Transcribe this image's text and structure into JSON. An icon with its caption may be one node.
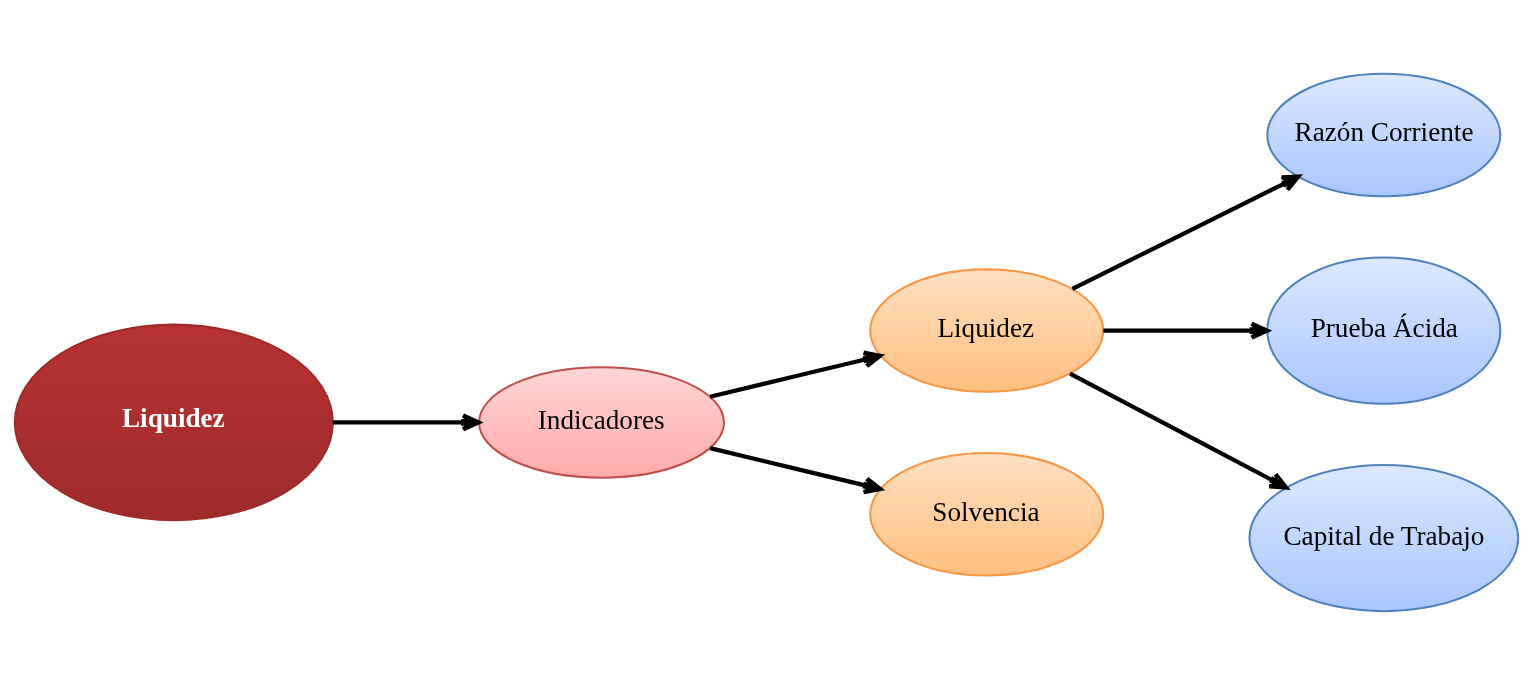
{
  "diagram": {
    "nodes": [
      {
        "text": [
          "Liquidez"
        ]
      },
      {
        "text": [
          "Indicadores"
        ]
      },
      {
        "text": [
          "Liquidez"
        ]
      },
      {
        "text": [
          "Solvencia"
        ]
      },
      {
        "text": [
          "Razón Corriente"
        ]
      },
      {
        "text": [
          "Prueba Ácida"
        ]
      },
      {
        "text": [
          "Capital de Trabajo"
        ]
      }
    ],
    "edges": [
      {
        "from": 0,
        "to": 1,
        "arrow": "to"
      },
      {
        "from": 1,
        "to": 2,
        "arrow": "to"
      },
      {
        "from": 1,
        "to": 3,
        "arrow": "to"
      },
      {
        "from": 2,
        "to": 4,
        "arrow": "to"
      },
      {
        "from": 2,
        "to": 5,
        "arrow": "to"
      },
      {
        "from": 2,
        "to": 6,
        "arrow": "to"
      }
    ]
  }
}
